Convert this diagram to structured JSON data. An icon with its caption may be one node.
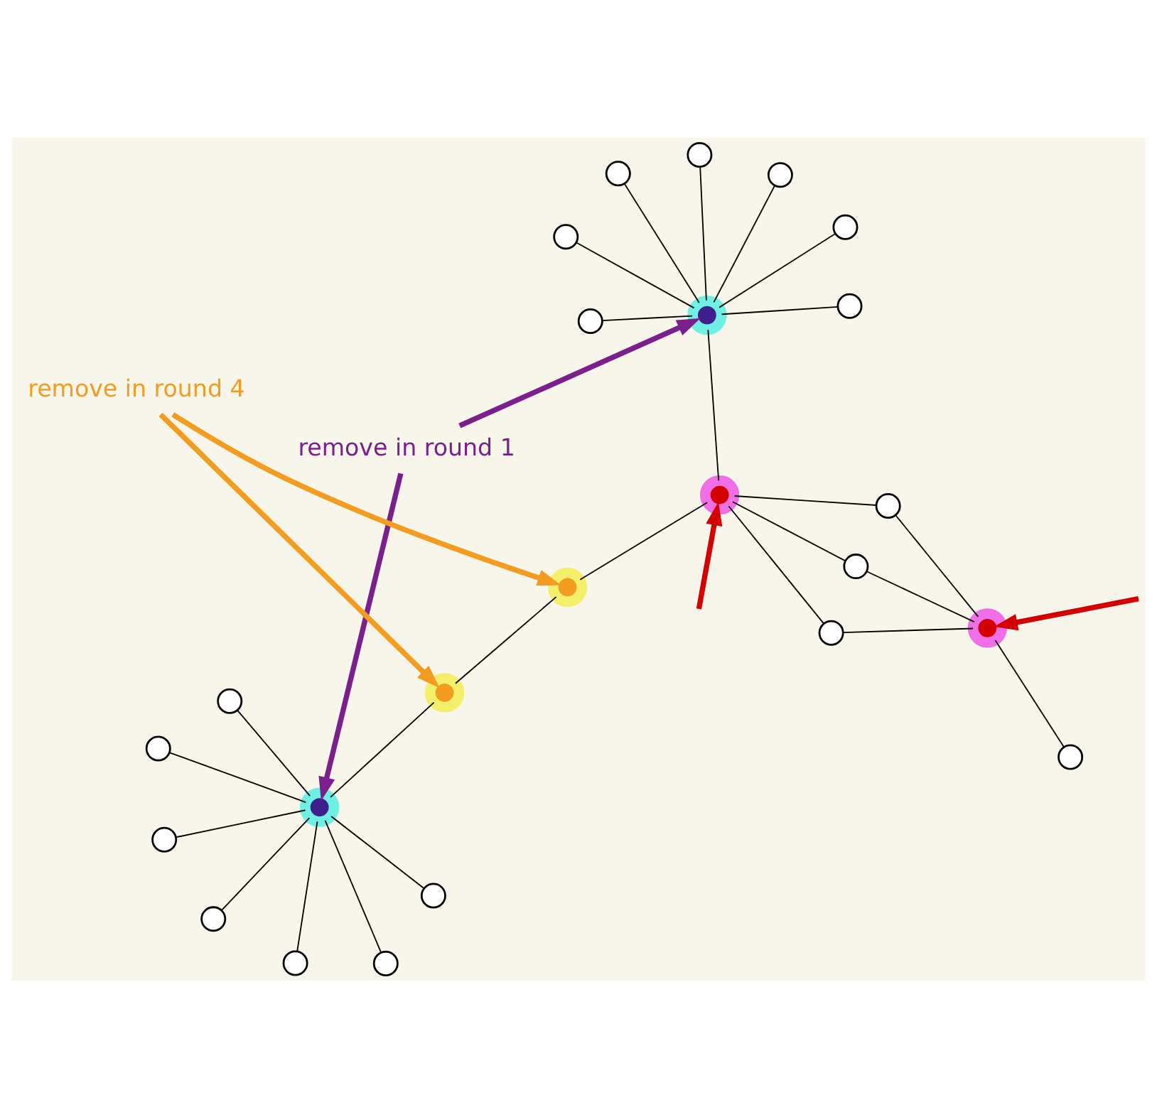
{
  "diagram": {
    "nodes": [
      {
        "text": [
          "remove in round 1"
        ]
      },
      {
        "text": [],
        "shape": "circle"
      },
      {
        "text": [],
        "shape": "circle"
      },
      {
        "text": [],
        "shape": "circle"
      },
      {
        "text": [],
        "shape": "circle"
      },
      {
        "text": [],
        "shape": "circle"
      },
      {
        "text": [],
        "shape": "circle"
      },
      {
        "text": [],
        "shape": "circle"
      },
      {
        "text": [],
        "shape": "circle"
      },
      {
        "text": [],
        "shape": "circle"
      },
      {
        "text": [],
        "shape": "circle"
      },
      {
        "text": [],
        "shape": "circle"
      },
      {
        "text": [],
        "shape": "circle"
      },
      {
        "text": [],
        "shape": "circle"
      },
      {
        "text": [],
        "shape": "circle"
      },
      {
        "text": [],
        "shape": "circle"
      },
      {
        "text": [],
        "shape": "circle"
      },
      {
        "text": [],
        "shape": "circle"
      },
      {
        "text": [],
        "shape": "circle"
      },
      {
        "text": [],
        "shape": "circle"
      },
      {
        "text": [],
        "shape": "circle"
      },
      {
        "text": [],
        "shape": "circle"
      },
      {
        "text": [],
        "shape": "circle"
      },
      {
        "text": [],
        "shape": "circle"
      },
      {
        "text": [],
        "shape": "circle"
      },
      {
        "text": [
          "remove in round 4"
        ]
      }
    ],
    "edges": [
      {
        "from": 0,
        "to": 8,
        "arrow": "to",
        "style": "thick",
        "color": "#7b1f8c"
      },
      {
        "from": 0,
        "to": 18,
        "arrow": "to",
        "style": "thick",
        "color": "#7b1f8c"
      },
      {
        "from": 8,
        "to": 1,
        "arrow": "none"
      },
      {
        "from": 8,
        "to": 2,
        "arrow": "none"
      },
      {
        "from": 8,
        "to": 3,
        "arrow": "none"
      },
      {
        "from": 8,
        "to": 4,
        "arrow": "none"
      },
      {
        "from": 8,
        "to": 5,
        "arrow": "none"
      },
      {
        "from": 8,
        "to": 6,
        "arrow": "none"
      },
      {
        "from": 8,
        "to": 7,
        "arrow": "none"
      },
      {
        "from": 10,
        "to": 8,
        "arrow": "none"
      },
      {
        "from": 9,
        "to": 10,
        "arrow": "none"
      },
      {
        "from": 18,
        "to": 11,
        "arrow": "none"
      },
      {
        "from": 18,
        "to": 12,
        "arrow": "none"
      },
      {
        "from": 18,
        "to": 13,
        "arrow": "none"
      },
      {
        "from": 18,
        "to": 14,
        "arrow": "none"
      },
      {
        "from": 18,
        "to": 15,
        "arrow": "none"
      },
      {
        "from": 18,
        "to": 16,
        "arrow": "none"
      },
      {
        "from": 18,
        "to": 17,
        "arrow": "none"
      },
      {
        "from": 18,
        "to": 21,
        "arrow": "none"
      },
      {
        "from": 21,
        "to": 9,
        "arrow": "none"
      },
      {
        "from": 21,
        "to": 19,
        "arrow": "none"
      },
      {
        "from": 21,
        "to": 22,
        "arrow": "none"
      },
      {
        "from": 21,
        "to": 24,
        "arrow": "none"
      },
      {
        "from": 19,
        "to": 20,
        "arrow": "none"
      },
      {
        "from": 22,
        "to": 20,
        "arrow": "none"
      },
      {
        "from": 24,
        "to": 20,
        "arrow": "none"
      },
      {
        "from": 20,
        "to": 23,
        "arrow": "none"
      },
      {
        "from": 25,
        "to": 9,
        "arrow": "to",
        "style": "thick",
        "color": "#f39c1f"
      },
      {
        "from": 25,
        "to": 10,
        "arrow": "to",
        "style": "thick",
        "color": "#f39c1f"
      },
      {
        "from": null,
        "to": 21,
        "arrow": "to",
        "style": "thick",
        "color": "#d40000"
      },
      {
        "from": null,
        "to": 20,
        "arrow": "to",
        "style": "thick",
        "color": "#d40000"
      }
    ]
  }
}
